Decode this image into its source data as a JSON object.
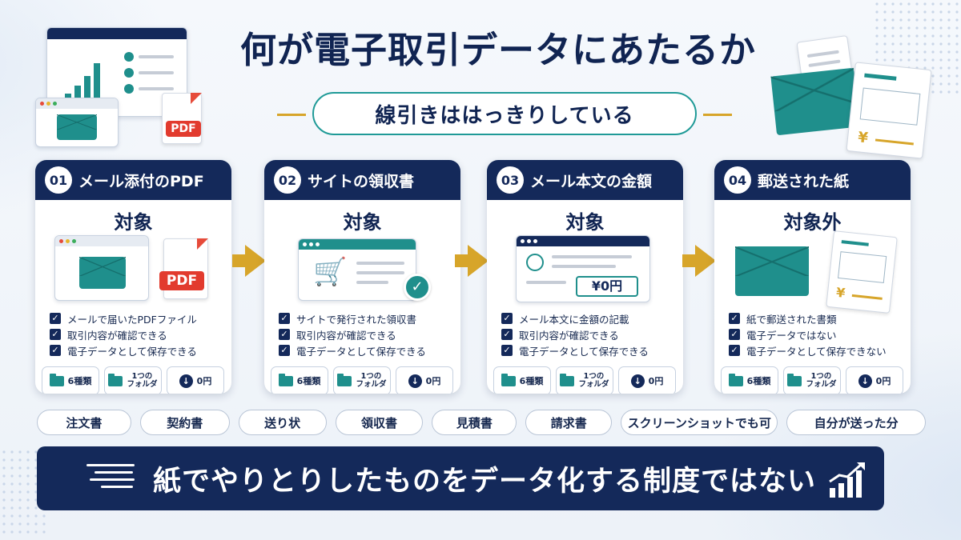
{
  "title": "何が電子取引データにあたるか",
  "subtitle": "線引きははっきりしている",
  "cards": [
    {
      "num": "01",
      "header": "メール添付のPDF",
      "status": "対象",
      "checks": [
        "メールで届いたPDFファイル",
        "取引内容が確認できる",
        "電子データとして保存できる"
      ],
      "chips": [
        "6種類",
        "1つの",
        "フォルダ",
        "0円"
      ],
      "pdf_label": "PDF"
    },
    {
      "num": "02",
      "header": "サイトの領収書",
      "status": "対象",
      "checks": [
        "サイトで発行された領収書",
        "取引内容が確認できる",
        "電子データとして保存できる"
      ],
      "chips": [
        "6種類",
        "1つの",
        "フォルダ",
        "0円"
      ]
    },
    {
      "num": "03",
      "header": "メール本文の金額",
      "status": "対象",
      "checks": [
        "メール本文に金額の記載",
        "取引内容が確認できる",
        "電子データとして保存できる"
      ],
      "chips": [
        "6種類",
        "1つの",
        "フォルダ",
        "0円"
      ],
      "amount": "¥0円"
    },
    {
      "num": "04",
      "header": "郵送された紙",
      "status": "対象外",
      "checks": [
        "紙で郵送された書類",
        "電子データではない",
        "電子データとして保存できない"
      ],
      "chips": [
        "6種類",
        "1つの",
        "フォルダ",
        "0円"
      ],
      "yen": "¥"
    }
  ],
  "deco": {
    "pdf_label": "PDF",
    "yen": "¥"
  },
  "tags": [
    "注文書",
    "契約書",
    "送り状",
    "領収書",
    "見積書",
    "請求書",
    "スクリーンショットでも可",
    "自分が送った分"
  ],
  "banner": "紙でやりとりしたものをデータ化する制度ではない",
  "colors": {
    "navy": "#14295a",
    "teal": "#1f8f8c",
    "gold": "#d7a52a",
    "pdf_red": "#e23b2e"
  }
}
